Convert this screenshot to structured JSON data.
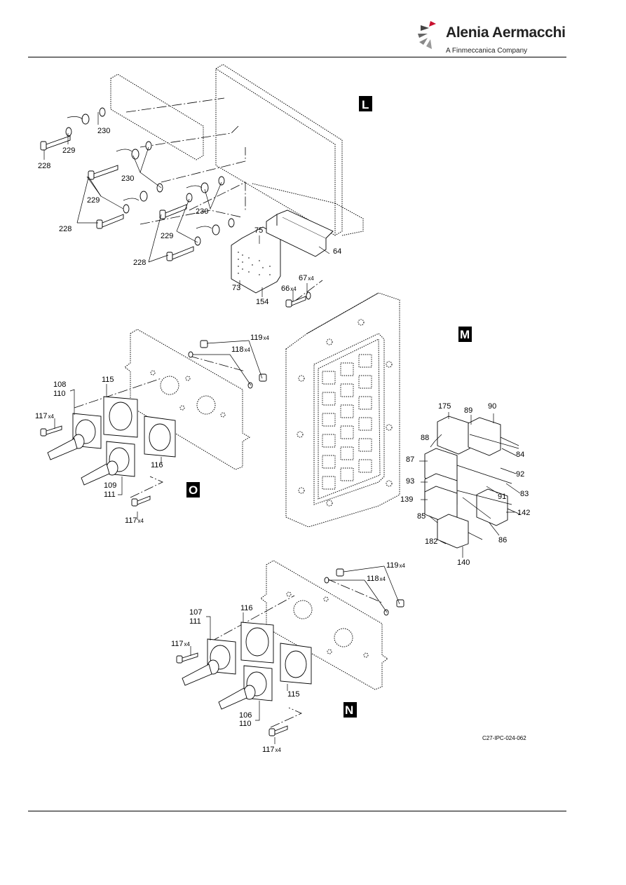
{
  "header": {
    "brand_name": "Alenia Aermacchi",
    "brand_subtitle": "A Finmeccanica Company",
    "logo_icon": "alenia-aermacchi-swirl-logo"
  },
  "figure": {
    "reference": "C27-IPC-024-062",
    "sections": [
      "L",
      "M",
      "O",
      "N"
    ],
    "callouts": {
      "c228a": "228",
      "c229a": "229",
      "c230a": "230",
      "c230b": "230",
      "c229b": "229",
      "c228b": "228",
      "c230c": "230",
      "c229c": "229",
      "c228c": "228",
      "c75": "75",
      "c64": "64",
      "c73": "73",
      "c154": "154",
      "c66": "66",
      "c67": "67",
      "c119a": "119",
      "c118a": "118",
      "c108": "108",
      "c110a": "110",
      "c115a": "115",
      "c117a": "117",
      "c116a": "116",
      "c109": "109",
      "c111a": "111",
      "c117b": "117",
      "c175": "175",
      "c89": "89",
      "c90": "90",
      "c88": "88",
      "c84": "84",
      "c87": "87",
      "c92": "92",
      "c93": "93",
      "c83": "83",
      "c91": "91",
      "c139": "139",
      "c142": "142",
      "c85": "85",
      "c86": "86",
      "c182": "182",
      "c140": "140",
      "c119b": "119",
      "c118b": "118",
      "c107": "107",
      "c111b": "111",
      "c116b": "116",
      "c117c": "117",
      "c115b": "115",
      "c106": "106",
      "c110b": "110",
      "c117d": "117"
    },
    "qty": {
      "q66": "x4",
      "q67": "x4",
      "q119a": "x4",
      "q118a": "x4",
      "q117a": "x4",
      "q117b": "x4",
      "q119b": "x4",
      "q118b": "x4",
      "q117c": "x4",
      "q117d": "x4"
    }
  }
}
